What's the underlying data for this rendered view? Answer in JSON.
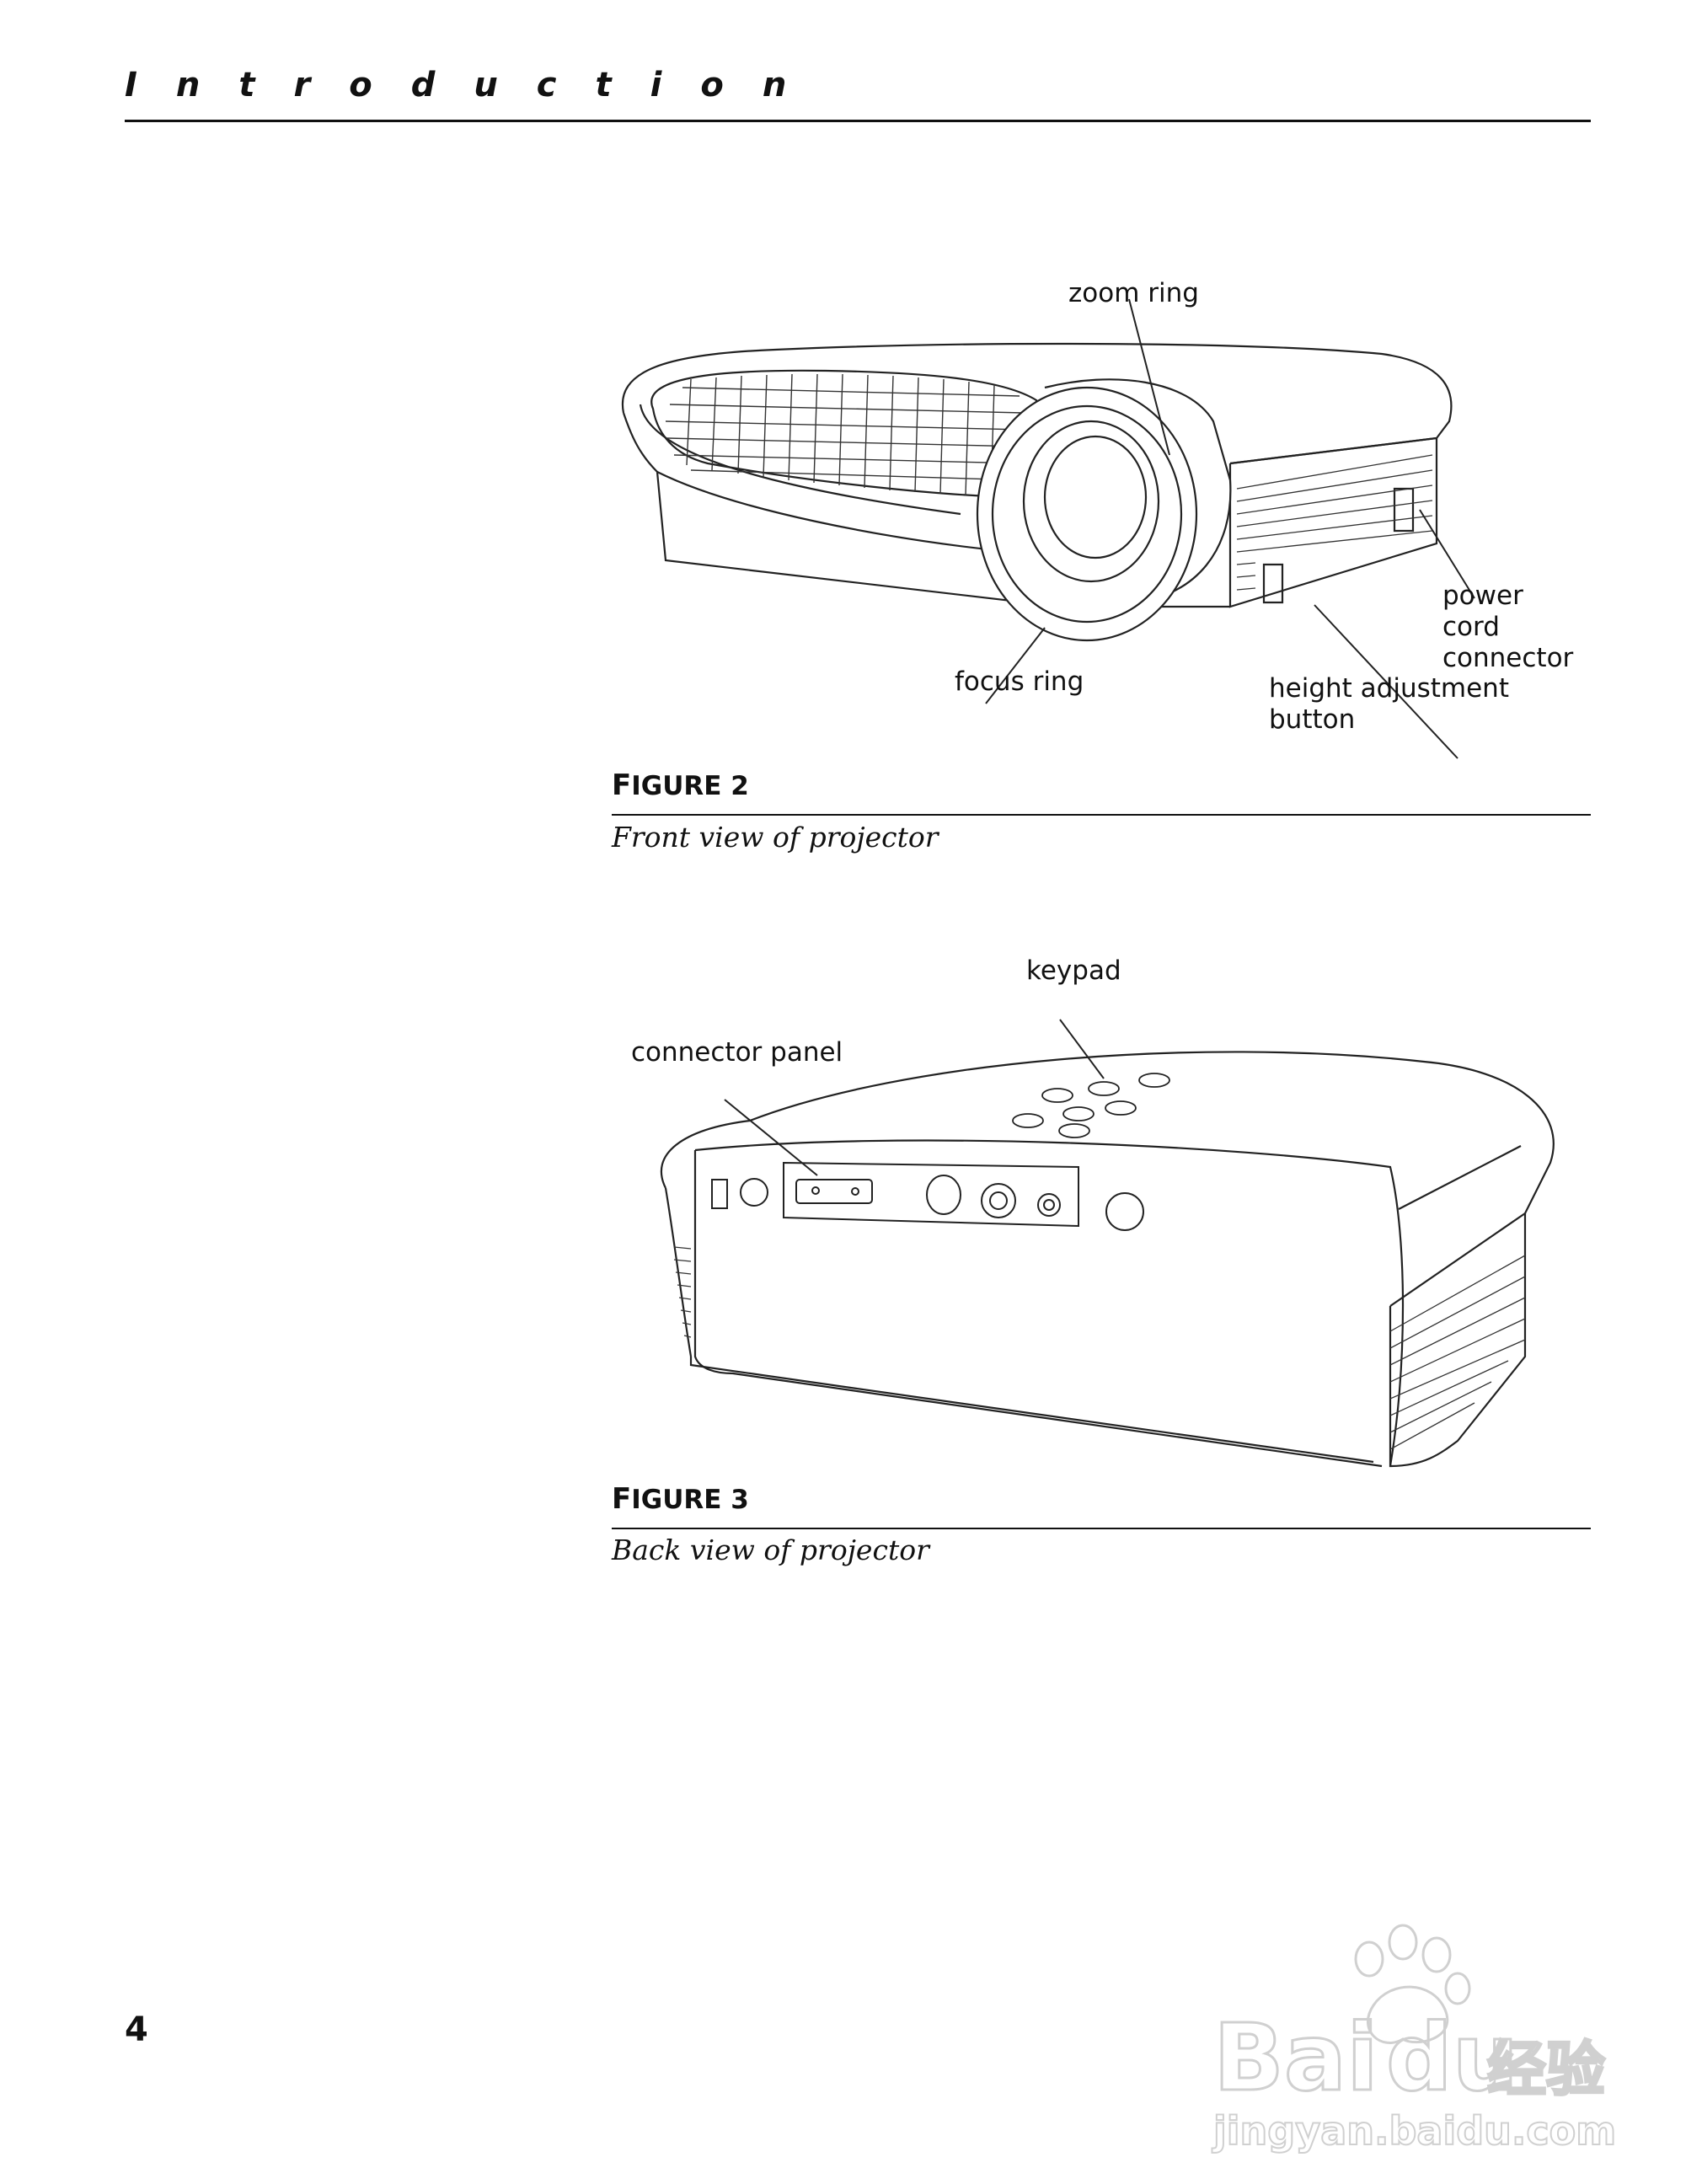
{
  "header": {
    "title": "Introduction"
  },
  "figure2": {
    "labels": {
      "zoom_ring": "zoom ring",
      "focus_ring": "focus ring",
      "power_cord_connector": "power\ncord\nconnector",
      "height_adjustment_button": "height adjustment\nbutton"
    },
    "title_prefix": "F",
    "title_rest": "IGURE 2",
    "caption": "Front view of projector"
  },
  "figure3": {
    "labels": {
      "keypad": "keypad",
      "connector_panel": "connector panel"
    },
    "title_prefix": "F",
    "title_rest": "IGURE 3",
    "caption": "Back view of projector"
  },
  "footer": {
    "page_number": "4"
  },
  "watermark": {
    "brand": "Baidu经验",
    "url": "jingyan.baidu.com"
  }
}
